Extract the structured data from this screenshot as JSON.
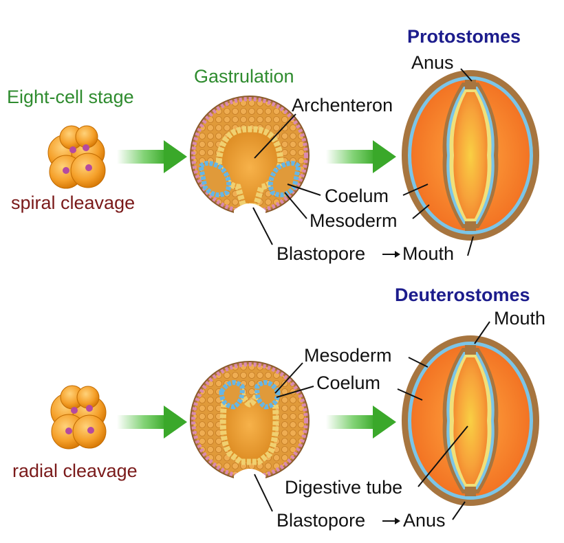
{
  "colors": {
    "stage_label": "#2e8b2e",
    "cleavage_label": "#7a1a1a",
    "group_title": "#1c1c8c",
    "arrow": "#4cbf3a"
  },
  "labels": {
    "eight_cell_stage": "Eight-cell stage",
    "gastrulation": "Gastrulation",
    "spiral_cleavage": "spiral cleavage",
    "radial_cleavage": "radial cleavage"
  },
  "protostomes": {
    "title": "Protostomes",
    "anus": "Anus",
    "archenteron": "Archenteron",
    "coelum": "Coelum",
    "mesoderm": "Mesoderm",
    "blastopore": "Blastopore",
    "mouth": "Mouth"
  },
  "deuterostomes": {
    "title": "Deuterostomes",
    "mouth": "Mouth",
    "mesoderm": "Mesoderm",
    "coelum": "Coelum",
    "digestive_tube": "Digestive tube",
    "blastopore": "Blastopore",
    "anus": "Anus"
  }
}
